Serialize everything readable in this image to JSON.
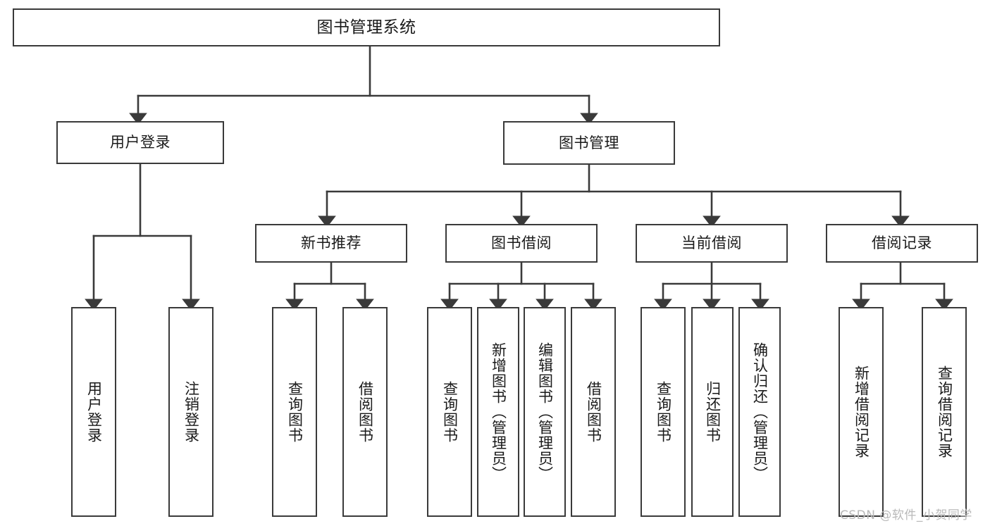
{
  "diagram": {
    "type": "hierarchy-tree",
    "title": "图书管理系统",
    "colors": {
      "box_border": "#3a3a3a",
      "box_fill": "#ffffff",
      "edge": "#3a3a3a",
      "text": "#1a1a1a",
      "watermark": "#b9b9b9"
    },
    "root": {
      "label": "图书管理系统"
    },
    "level1": [
      {
        "id": "user-login",
        "label": "用户登录"
      },
      {
        "id": "book-management",
        "label": "图书管理"
      }
    ],
    "level2": [
      {
        "id": "new-book-recommend",
        "label": "新书推荐"
      },
      {
        "id": "book-borrow",
        "label": "图书借阅"
      },
      {
        "id": "current-borrow",
        "label": "当前借阅"
      },
      {
        "id": "borrow-record",
        "label": "借阅记录"
      }
    ],
    "leaves": {
      "user_login": [
        {
          "id": "leaf-user-login",
          "label": "用户登录"
        },
        {
          "id": "leaf-logout-login",
          "label": "注销登录"
        }
      ],
      "new_book_recommend": [
        {
          "id": "leaf-query-book-1",
          "label": "查询图书"
        },
        {
          "id": "leaf-borrow-book-1",
          "label": "借阅图书"
        }
      ],
      "book_borrow": [
        {
          "id": "leaf-query-book-2",
          "label": "查询图书"
        },
        {
          "id": "leaf-add-book",
          "label": "新增图书（管理员）"
        },
        {
          "id": "leaf-edit-book",
          "label": "编辑图书（管理员）"
        },
        {
          "id": "leaf-borrow-book-2",
          "label": "借阅图书"
        }
      ],
      "current_borrow": [
        {
          "id": "leaf-query-book-3",
          "label": "查询图书"
        },
        {
          "id": "leaf-return-book",
          "label": "归还图书"
        },
        {
          "id": "leaf-confirm-return",
          "label": "确认归还（管理员）"
        }
      ],
      "borrow_record": [
        {
          "id": "leaf-add-record",
          "label": "新增借阅记录"
        },
        {
          "id": "leaf-query-record",
          "label": "查询借阅记录"
        }
      ]
    }
  },
  "watermark": {
    "text": "CSDN @软件_小贺同学"
  }
}
